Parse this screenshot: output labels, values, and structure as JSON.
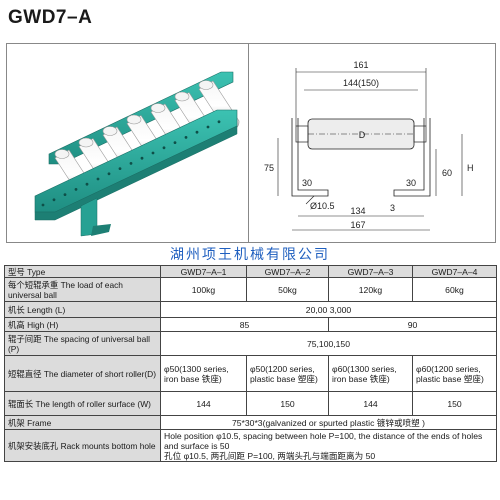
{
  "title": "GWD7–A",
  "company": "湖州项王机械有限公司",
  "drawing": {
    "dim_161": "161",
    "dim_144": "144(150)",
    "dim_75": "75",
    "dim_60": "60",
    "dim_H": "H",
    "dim_D": "D",
    "dim_30_left": "30",
    "dim_30_right": "30",
    "dim_hole": "Ø10.5",
    "dim_3": "3",
    "dim_134": "134",
    "dim_167": "167"
  },
  "colors": {
    "frame": "#2aa89a",
    "roller": "#e8e8e8",
    "company_text": "#1f5fbf",
    "label_bg": "#dcdcdc"
  },
  "table": {
    "header": {
      "type_label": "型号 Type",
      "models": [
        "GWD7–A–1",
        "GWD7–A–2",
        "GWD7–A–3",
        "GWD7–A–4"
      ]
    },
    "load": {
      "label": "每个短辊承重 The load of each universal ball",
      "values": [
        "100kg",
        "50kg",
        "120kg",
        "60kg"
      ]
    },
    "length": {
      "label": "机长 Length (L)",
      "value": "20,00  3,000"
    },
    "height": {
      "label": "机高 High (H)",
      "values": [
        "85",
        "90"
      ]
    },
    "spacing": {
      "label": "辊子间距 The spacing of universal ball (P)",
      "value": "75,100,150"
    },
    "diameter": {
      "label": "短辊直径 The diameter of short roller(D)",
      "values": [
        "φ50(1300 series, iron base 铁座)",
        "φ50(1200 series, plastic base 塑座)",
        "φ60(1300 series, iron base 铁座)",
        "φ60(1200 series, plastic base 塑座)"
      ]
    },
    "roller_length": {
      "label": "辊面长 The length of roller surface (W)",
      "values": [
        "144",
        "150",
        "144",
        "150"
      ]
    },
    "frame": {
      "label": "机架 Frame",
      "value": "75*30*3(galvanized or spurted plastic 镀锌或喷塑 )"
    },
    "mount": {
      "label": "机架安装底孔 Rack mounts bottom hole",
      "value_en": "Hole position φ10.5, spacing between hole P=100, the distance of the ends of holes and surface is 50",
      "value_cn": "孔位 φ10.5, 两孔间距 P=100, 两端头孔与端面距离为 50"
    }
  }
}
